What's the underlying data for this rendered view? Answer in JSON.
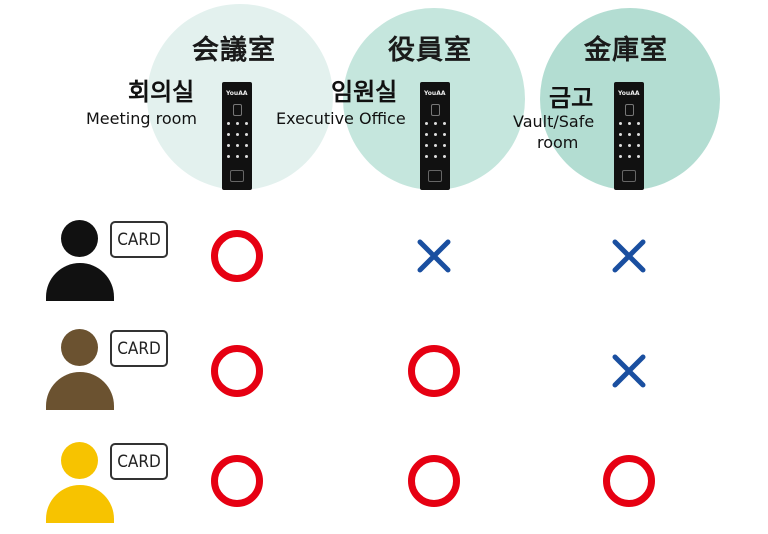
{
  "rooms": [
    {
      "kanji": "会議室",
      "korean": "회의실",
      "english": "Meeting room",
      "color": "#e3f1ee"
    },
    {
      "kanji": "役員室",
      "korean": "임원실",
      "english": "Executive Office",
      "color": "#c5e6dd"
    },
    {
      "kanji": "金庫室",
      "korean": "금고",
      "english": "Vault/Safe",
      "english2": "room",
      "color": "#b3ddd2"
    }
  ],
  "keypad_brand": "YouAA",
  "card_label": "CARD",
  "users": [
    {
      "color": "#111111",
      "access": [
        "allowed",
        "denied",
        "denied"
      ]
    },
    {
      "color": "#6b5230",
      "access": [
        "allowed",
        "allowed",
        "denied"
      ]
    },
    {
      "color": "#f7c300",
      "access": [
        "allowed",
        "allowed",
        "allowed"
      ]
    }
  ],
  "colors": {
    "allowed": "#e60012",
    "denied": "#1a4fa0"
  }
}
